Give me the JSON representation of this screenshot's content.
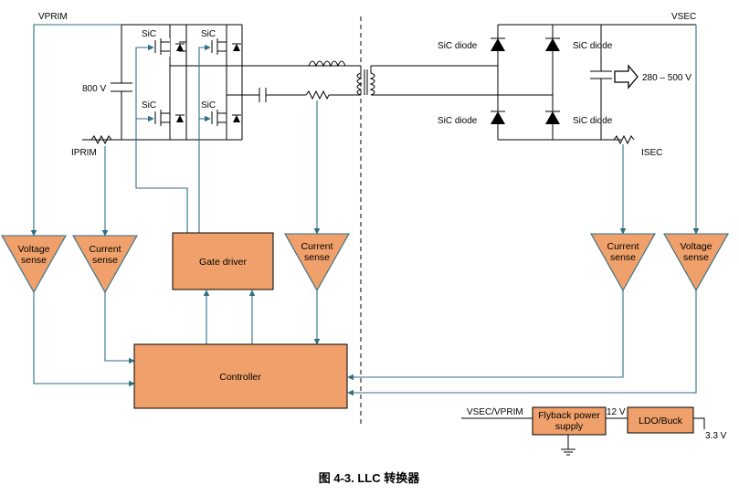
{
  "labels": {
    "vprim": "VPRIM",
    "vsec": "VSEC",
    "iprim": "IPRIM",
    "isec": "ISEC",
    "cap_voltage": "800 V",
    "sic": "SiC",
    "sic_diode": "SiC diode",
    "output_range": "280 – 500 V",
    "flyback_input": "VSEC/VPRIM",
    "v12": "12 V",
    "v33": "3.3 V"
  },
  "blocks": {
    "voltage_sense_line1": "Voltage",
    "voltage_sense_line2": "sense",
    "current_sense_line1": "Current",
    "current_sense_line2": "sense",
    "gate_driver": "Gate driver",
    "controller": "Controller",
    "flyback_line1": "Flyback power",
    "flyback_line2": "supply",
    "ldo_buck": "LDO/Buck"
  },
  "caption": "图 4-3. LLC 转换器",
  "colors": {
    "block_fill": "#f0a06a",
    "signal_line": "#2f6e84",
    "power_line": "#000000"
  }
}
